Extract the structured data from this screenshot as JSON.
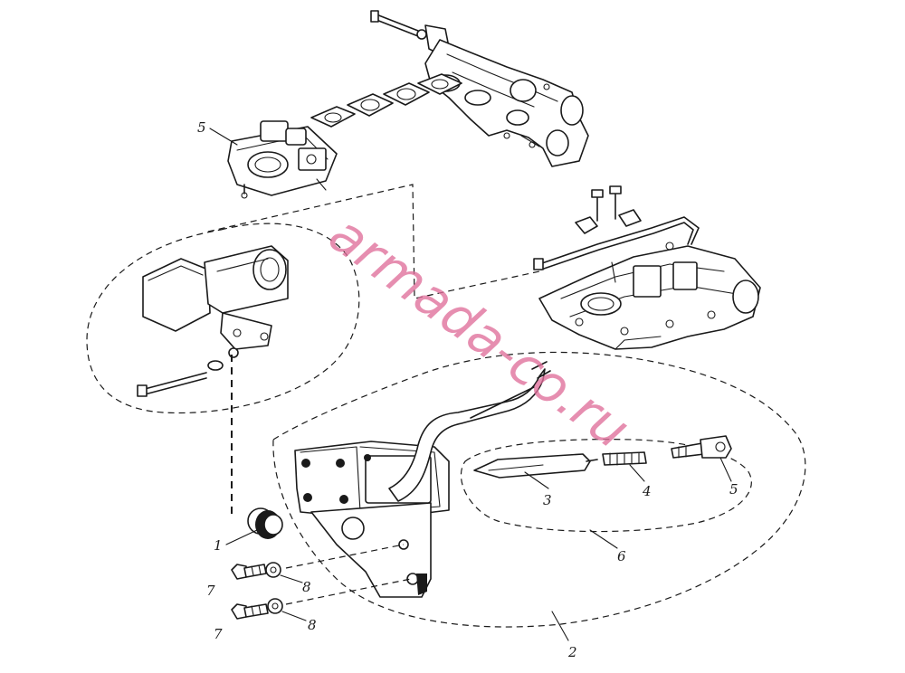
{
  "callouts": {
    "c1": "1",
    "c2": "2",
    "c3": "3",
    "c4": "4",
    "c5_top": "5",
    "c5_right": "5",
    "c6": "6",
    "c7_top": "7",
    "c7_bottom": "7",
    "c8_top": "8",
    "c8_bottom": "8"
  },
  "watermark": {
    "text": "armada-co.ru",
    "color": "#e06f9a"
  }
}
